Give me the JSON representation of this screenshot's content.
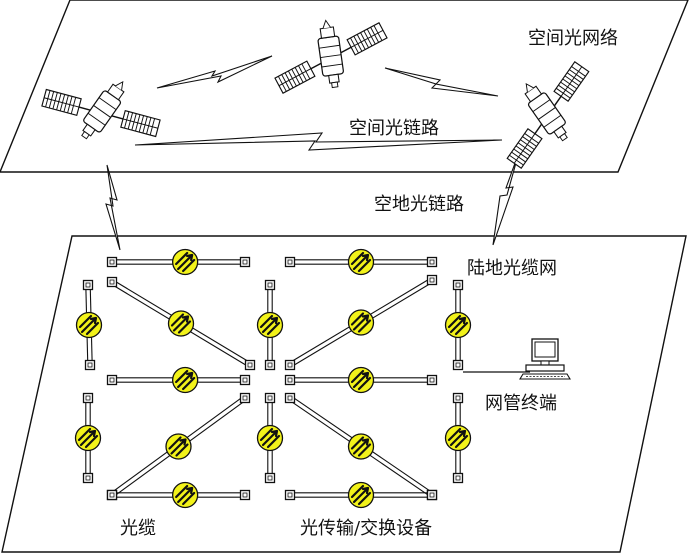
{
  "labels": {
    "space_network": "空间光网络",
    "space_link": "空间光链路",
    "space_ground_link": "空地光链路",
    "land_network": "陆地光缆网",
    "terminal": "网管终端",
    "cable": "光缆",
    "equipment": "光传输/交换设备"
  },
  "colors": {
    "node_fill": "#f2f21a",
    "line": "#111111",
    "plane_stroke": "#111111"
  },
  "icons": [
    "satellite-icon",
    "computer-terminal-icon",
    "optical-node-icon",
    "lightning-link-icon"
  ]
}
